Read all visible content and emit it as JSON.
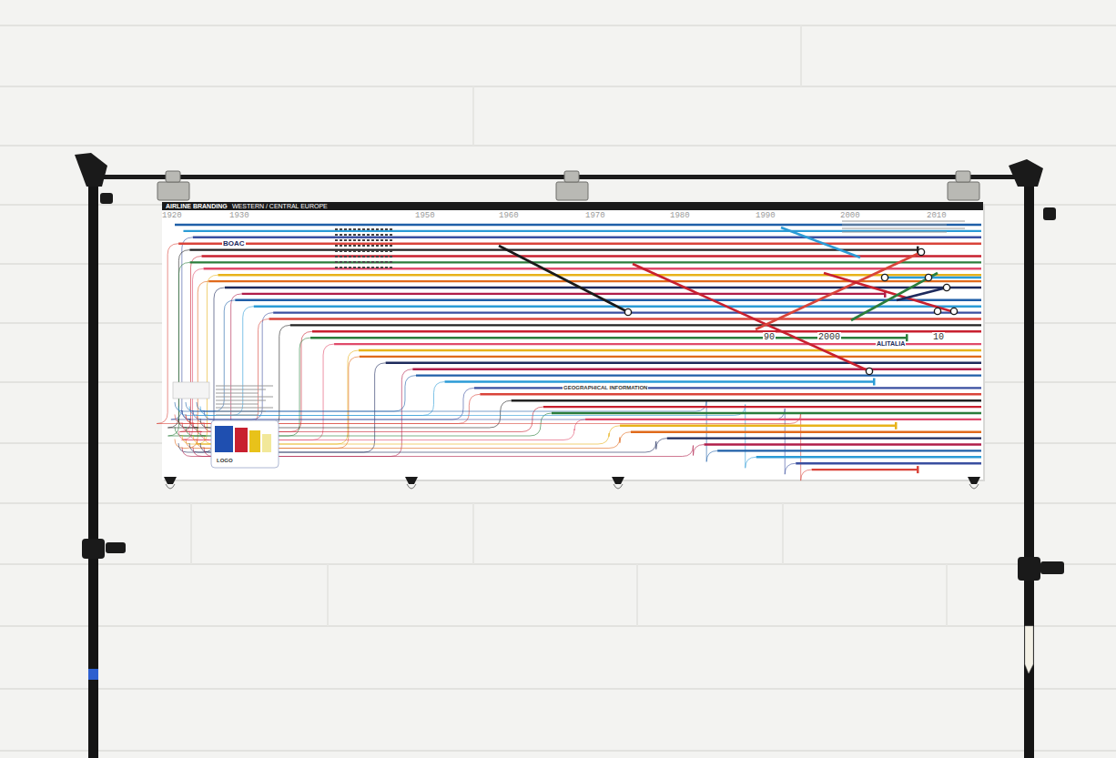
{
  "diagram": {
    "title": "AIRLINE BRANDING",
    "labels": [
      "WESTERN / CENTRAL EUROPE",
      "1920",
      "1930",
      "1950",
      "1960",
      "1970",
      "1980",
      "1990",
      "2000",
      "2010",
      "90",
      "2000",
      "10",
      "BOAC",
      "ALITALIA",
      "GEOGRAPHICAL INFORMATION",
      "LOGO"
    ]
  }
}
